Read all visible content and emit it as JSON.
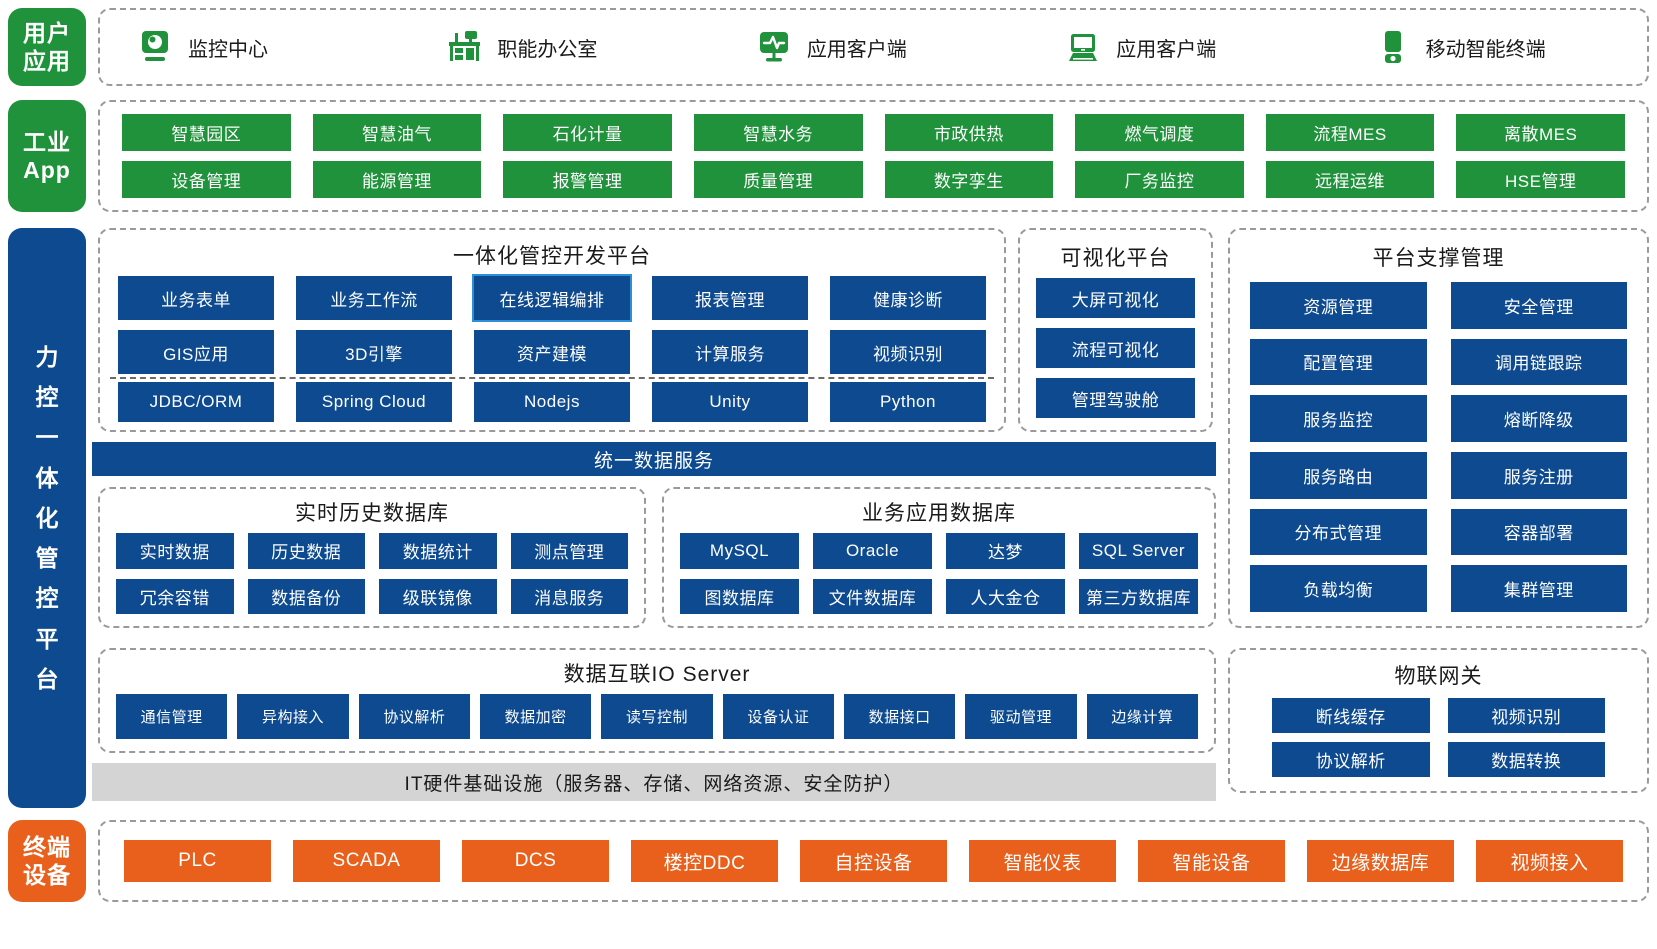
{
  "colors": {
    "green": "#21923c",
    "blue": "#0d4a8f",
    "orange": "#e8601c",
    "gray_bar": "#d4d4d4",
    "highlight_border": "#2e8fd6",
    "dashed_border": "#9a9a9a"
  },
  "rails": {
    "user": [
      "用户",
      "应用"
    ],
    "industrial_app": [
      "工业",
      "App"
    ],
    "platform": [
      "力",
      "控",
      "一",
      "体",
      "化",
      "管",
      "控",
      "平",
      "台"
    ],
    "terminal": [
      "终端",
      "设备"
    ]
  },
  "user_applications": [
    {
      "icon": "monitoring-center-icon",
      "label": "监控中心"
    },
    {
      "icon": "function-office-icon",
      "label": "职能办公室"
    },
    {
      "icon": "application-client-monitor-icon",
      "label": "应用客户端"
    },
    {
      "icon": "application-client-laptop-icon",
      "label": "应用客户端"
    },
    {
      "icon": "mobile-terminal-icon",
      "label": "移动智能终端"
    }
  ],
  "industrial_apps": [
    "智慧园区",
    "智慧油气",
    "石化计量",
    "智慧水务",
    "市政供热",
    "燃气调度",
    "流程MES",
    "离散MES",
    "设备管理",
    "能源管理",
    "报警管理",
    "质量管理",
    "数字孪生",
    "厂务监控",
    "远程运维",
    "HSE管理"
  ],
  "dev_platform": {
    "title": "一体化管控开发平台",
    "upper": [
      "业务表单",
      "业务工作流",
      "在线逻辑编排",
      "报表管理",
      "健康诊断",
      "GIS应用",
      "3D引擎",
      "资产建模",
      "计算服务",
      "视频识别"
    ],
    "highlighted": "在线逻辑编排",
    "lower": [
      "JDBC/ORM",
      "Spring Cloud",
      "Nodejs",
      "Unity",
      "Python"
    ]
  },
  "visual_platform": {
    "title": "可视化平台",
    "items": [
      "大屏可视化",
      "流程可视化",
      "管理驾驶舱"
    ]
  },
  "platform_support": {
    "title": "平台支撑管理",
    "items": [
      "资源管理",
      "安全管理",
      "配置管理",
      "调用链跟踪",
      "服务监控",
      "熔断降级",
      "服务路由",
      "服务注册",
      "分布式管理",
      "容器部署",
      "负载均衡",
      "集群管理"
    ]
  },
  "unified_data_service": "统一数据服务",
  "realtime_history_db": {
    "title": "实时历史数据库",
    "items": [
      "实时数据",
      "历史数据",
      "数据统计",
      "测点管理",
      "冗余容错",
      "数据备份",
      "级联镜像",
      "消息服务"
    ]
  },
  "business_app_db": {
    "title": "业务应用数据库",
    "items": [
      "MySQL",
      "Oracle",
      "达梦",
      "SQL Server",
      "图数据库",
      "文件数据库",
      "人大金仓",
      "第三方数据库"
    ]
  },
  "io_server": {
    "title": "数据互联IO Server",
    "items": [
      "通信管理",
      "异构接入",
      "协议解析",
      "数据加密",
      "读写控制",
      "设备认证",
      "数据接口",
      "驱动管理",
      "边缘计算"
    ]
  },
  "iot_gateway": {
    "title": "物联网关",
    "items": [
      "断线缓存",
      "视频识别",
      "协议解析",
      "数据转换"
    ]
  },
  "it_infrastructure": "IT硬件基础设施（服务器、存储、网络资源、安全防护）",
  "terminal_devices": [
    "PLC",
    "SCADA",
    "DCS",
    "楼控DDC",
    "自控设备",
    "智能仪表",
    "智能设备",
    "边缘数据库",
    "视频接入"
  ]
}
